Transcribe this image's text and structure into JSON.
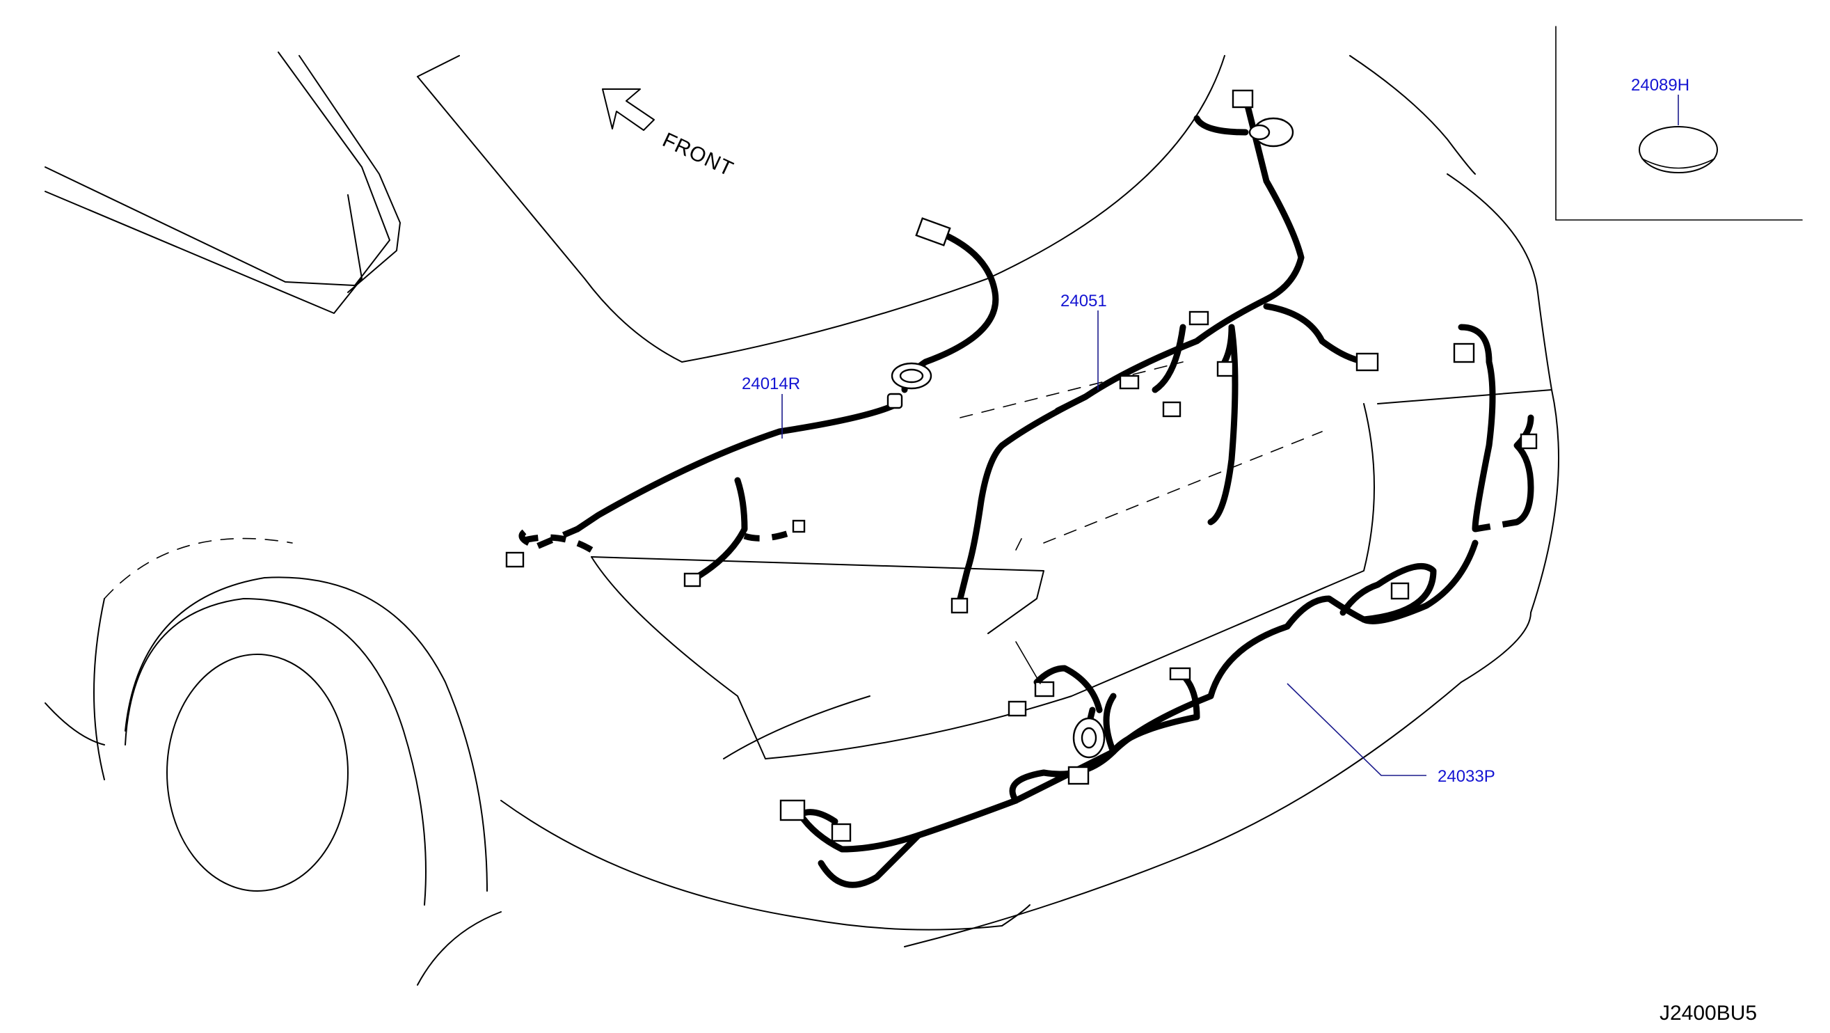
{
  "direction_label": "FRONT",
  "drawing_code": "J2400BU5",
  "parts": {
    "p1": {
      "number": "24014R"
    },
    "p2": {
      "number": "24051"
    },
    "p3": {
      "number": "24033P"
    },
    "p4": {
      "number": "24089H"
    }
  }
}
